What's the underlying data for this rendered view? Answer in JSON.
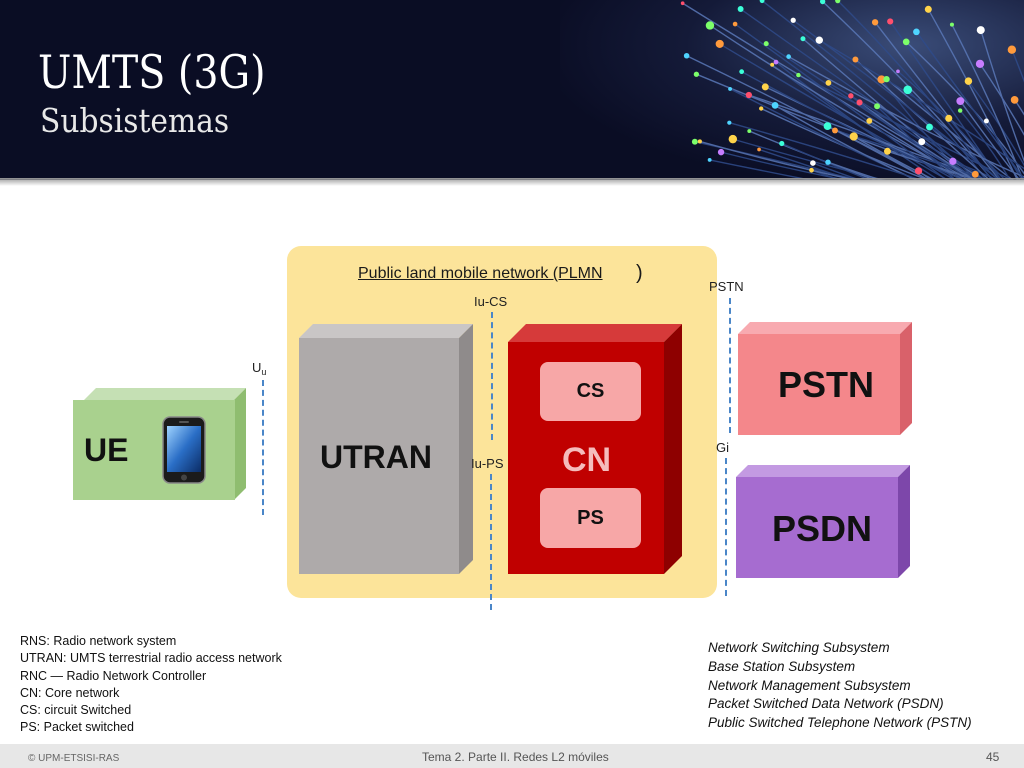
{
  "header": {
    "title": "UMTS (3G)",
    "subtitle": "Subsistemas"
  },
  "diagram": {
    "plmn_label": "Public land mobile network (PLMN",
    "plmn_paren": ")",
    "ue_label": "UE",
    "utran_label": "UTRAN",
    "cn_label": "CN",
    "cs_label": "CS",
    "ps_label": "PS",
    "pstn_label": "PSTN",
    "psdn_label": "PSDN",
    "interface_uu": "U",
    "interface_uu_sub": "u",
    "interface_iucs": "Iu-CS",
    "interface_iups": "Iu-PS",
    "interface_pstn": "PSTN",
    "interface_gi": "Gi"
  },
  "colors": {
    "ue": "#a9d18e",
    "utran": "#aeaaaa",
    "cn": "#c00000",
    "cn_inner": "#f7a7a7",
    "pstn": "#f4878b",
    "psdn": "#a66cd0",
    "plmn": "#fce49a",
    "dash": "#4a86c8"
  },
  "notes_left": [
    "RNS: Radio network system",
    "UTRAN: UMTS terrestrial radio access network",
    "RNC — Radio Network Controller",
    "CN: Core network",
    "CS: circuit Switched",
    "PS: Packet switched"
  ],
  "notes_right": [
    "Network Switching Subsystem",
    "Base Station Subsystem",
    "Network Management Subsystem",
    "Packet Switched Data Network (PSDN)",
    "Public Switched Telephone Network (PSTN)"
  ],
  "footer": {
    "copyright": "© UPM-ETSISI-RAS",
    "course": "Tema 2. Parte II. Redes L2 móviles",
    "page": "45"
  }
}
